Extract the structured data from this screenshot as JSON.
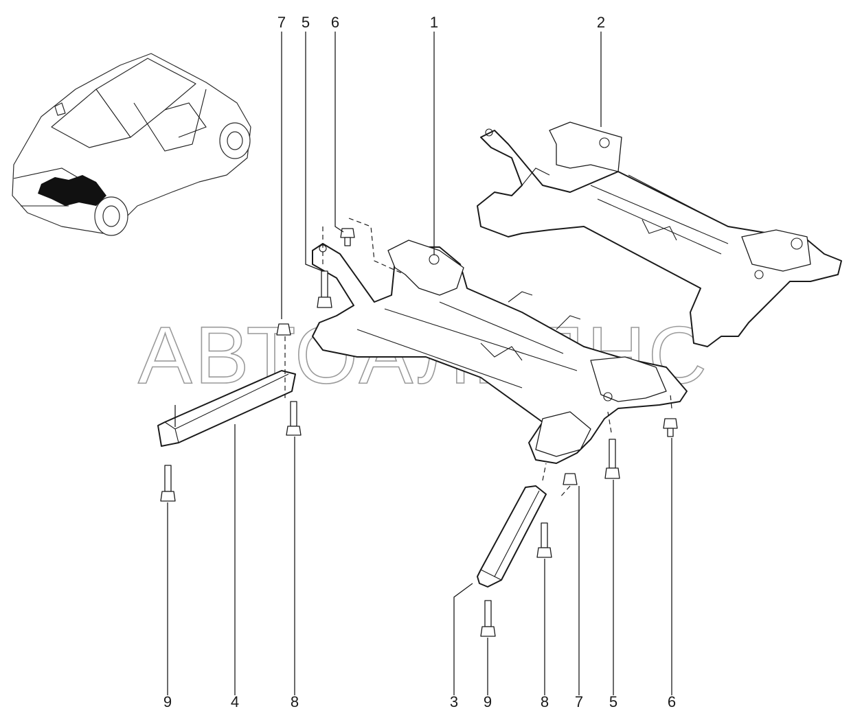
{
  "watermark": "АВТОАЛЬЯНС",
  "callouts": {
    "top": [
      "7",
      "5",
      "6",
      "1",
      "2"
    ],
    "bottom": [
      "9",
      "4",
      "8",
      "3",
      "9",
      "8",
      "7",
      "5",
      "6"
    ]
  }
}
